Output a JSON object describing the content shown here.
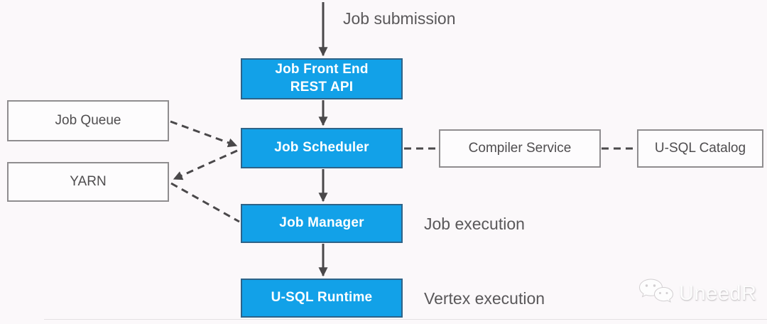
{
  "annotations": {
    "job_submission": "Job submission",
    "job_execution": "Job execution",
    "vertex_execution": "Vertex execution"
  },
  "nodes": {
    "job_front_end": {
      "line1": "Job Front End",
      "line2": "REST API"
    },
    "job_scheduler": {
      "label": "Job Scheduler"
    },
    "job_manager": {
      "label": "Job Manager"
    },
    "usql_runtime": {
      "label": "U-SQL Runtime"
    },
    "job_queue": {
      "label": "Job Queue"
    },
    "yarn": {
      "label": "YARN"
    },
    "compiler_service": {
      "label": "Compiler Service"
    },
    "usql_catalog": {
      "label": "U-SQL Catalog"
    }
  },
  "watermark": {
    "text": "UneedR"
  },
  "colors": {
    "highlight_node_fill": "#12a1e8",
    "highlight_node_border": "#2e6388",
    "highlight_node_text": "#ffffff",
    "plain_node_fill": "#fdfcfd",
    "plain_node_border": "#8f8d8f",
    "plain_node_text": "#4f4d4f",
    "connector": "#4a484a",
    "annotation_text": "#5a585a",
    "background": "#fbf8fa"
  }
}
